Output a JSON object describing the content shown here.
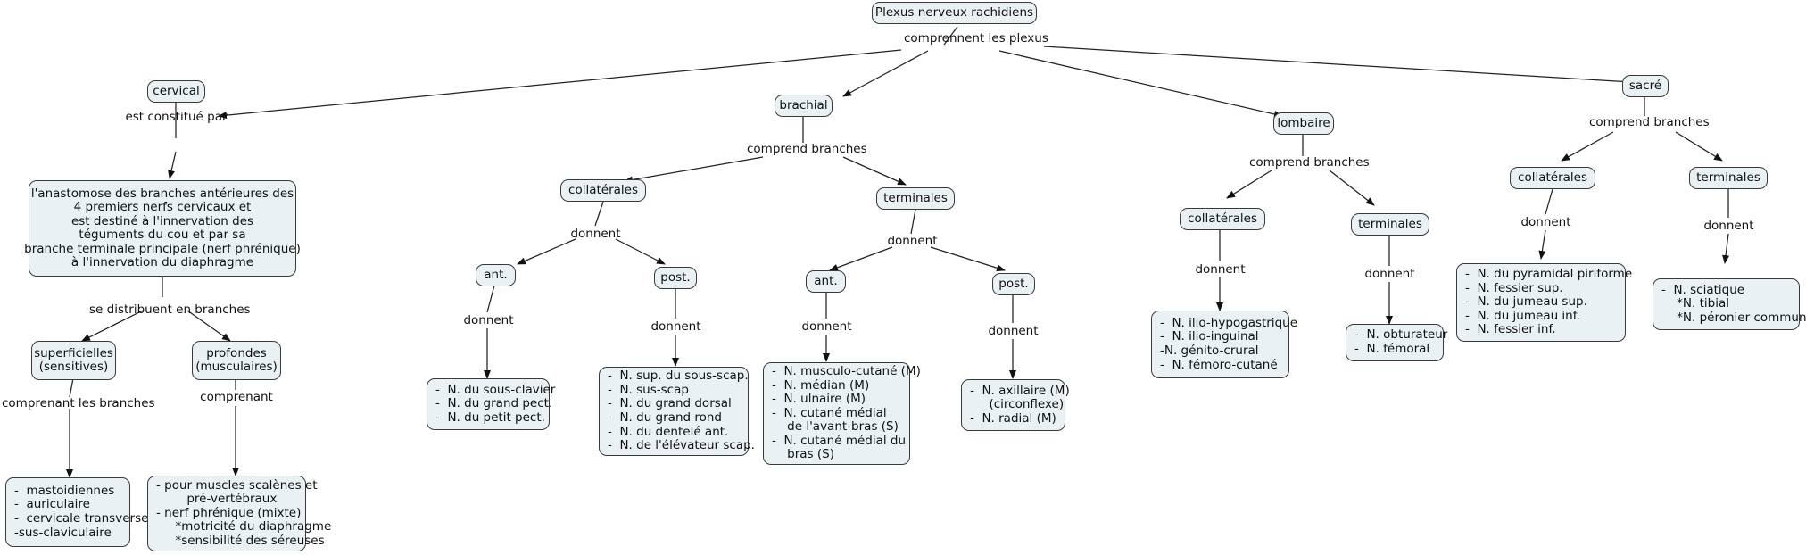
{
  "diagram": {
    "title": "Plexus nerveux rachidiens",
    "language": "fr",
    "colors": {
      "node_fill": "#e9f1f4",
      "node_border": "#3a3a3a",
      "text": "#111111",
      "edge": "#222222",
      "background": "#ffffff"
    }
  },
  "nodes": {
    "root": "Plexus nerveux rachidiens",
    "cervical": "cervical",
    "brachial": "brachial",
    "lombaire": "lombaire",
    "sacre": "sacré",
    "cervical_def": "l'anastomose des branches antérieures des\n4 premiers nerfs cervicaux et\nest destiné à l'innervation des\ntéguments du cou et par sa\nbranche terminale principale (nerf phrénique)\nà l'innervation du diaphragme",
    "cervical_superficielles": "superficielles\n(sensitives)",
    "cervical_profondes": "profondes\n(musculaires)",
    "cervical_superficielles_list": "-  mastoidiennes\n-  auriculaire\n-  cervicale transverse\n-sus-claviculaire",
    "cervical_profondes_list": "- pour muscles scalènes et\n        pré-vertébraux\n- nerf phrénique (mixte)\n     *motricité du diaphragme\n     *sensibilité des séreuses",
    "brachial_collaterales": "collatérales",
    "brachial_terminales": "terminales",
    "brachial_coll_ant": "ant.",
    "brachial_coll_post": "post.",
    "brachial_term_ant": "ant.",
    "brachial_term_post": "post.",
    "brachial_coll_ant_list": "-  N. du sous-clavier\n-  N. du grand pect.\n-  N. du petit pect.",
    "brachial_coll_post_list": "-  N. sup. du sous-scap.\n-  N. sus-scap\n-  N. du grand dorsal\n-  N. du grand rond\n-  N. du dentelé ant.\n-  N. de l'élévateur scap.",
    "brachial_term_ant_list": "-  N. musculo-cutané (M)\n-  N. médian (M)\n-  N. ulnaire (M)\n-  N. cutané médial\n    de l'avant-bras (S)\n-  N. cutané médial du\n    bras (S)",
    "brachial_term_post_list": "-  N. axillaire (M)\n     (circonflexe)\n-  N. radial (M)",
    "lombaire_collaterales": "collatérales",
    "lombaire_terminales": "terminales",
    "lombaire_coll_list": "-  N. ilio-hypogastrique\n-  N. ilio-inguinal\n-N. génito-crural\n-  N. fémoro-cutané",
    "lombaire_term_list": "-  N. obturateur\n-  N. fémoral",
    "sacre_collaterales": "collatérales",
    "sacre_terminales": "terminales",
    "sacre_coll_list": "-  N. du pyramidal piriforme\n-  N. fessier sup.\n-  N. du jumeau sup.\n-  N. du jumeau inf.\n-  N. fessier inf.",
    "sacre_term_list": "-  N. sciatique\n    *N. tibial\n    *N. péronier commun"
  },
  "edge_labels": {
    "root_comprennent": "comprennent les plexus",
    "cervical_est_constitue": "est constitué par",
    "cervical_se_distribuent": "se distribuent en branches",
    "cervical_superficielles_comprenant": "comprenant les branches",
    "cervical_profondes_comprenant": "comprenant",
    "brachial_comprend": "comprend branches",
    "brachial_coll_donnent": "donnent",
    "brachial_term_donnent": "donnent",
    "brachial_coll_ant_donnent": "donnent",
    "brachial_coll_post_donnent": "donnent",
    "brachial_term_ant_donnent": "donnent",
    "brachial_term_post_donnent": "donnent",
    "lombaire_comprend": "comprend branches",
    "lombaire_coll_donnent": "donnent",
    "lombaire_term_donnent": "donnent",
    "sacre_comprend": "comprend branches",
    "sacre_coll_donnent": "donnent",
    "sacre_term_donnent": "donnent"
  }
}
